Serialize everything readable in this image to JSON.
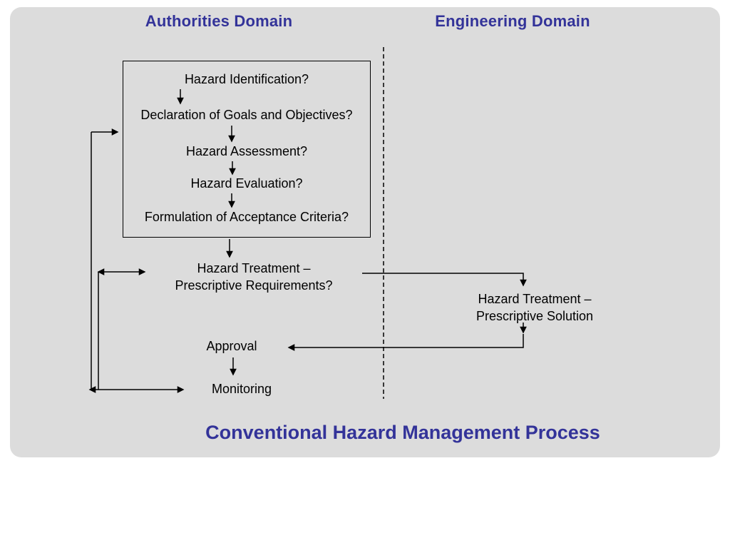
{
  "colors": {
    "accent_blue": "#333399",
    "panel_background": "#dcdcdc",
    "line_color": "#000000"
  },
  "headers": {
    "authorities": "Authorities Domain",
    "engineering": "Engineering Domain"
  },
  "process_box": {
    "steps": [
      "Hazard Identification?",
      "Declaration of Goals and Objectives?",
      "Hazard Assessment?",
      "Hazard Evaluation?",
      "Formulation of Acceptance Criteria?"
    ]
  },
  "nodes": {
    "treatment_requirements": {
      "line1": "Hazard Treatment –",
      "line2": "Prescriptive Requirements?"
    },
    "treatment_solution": {
      "line1": "Hazard Treatment –",
      "line2": "Prescriptive Solution"
    },
    "approval": "Approval",
    "monitoring": "Monitoring"
  },
  "footer": {
    "title": "Conventional Hazard Management Process"
  }
}
